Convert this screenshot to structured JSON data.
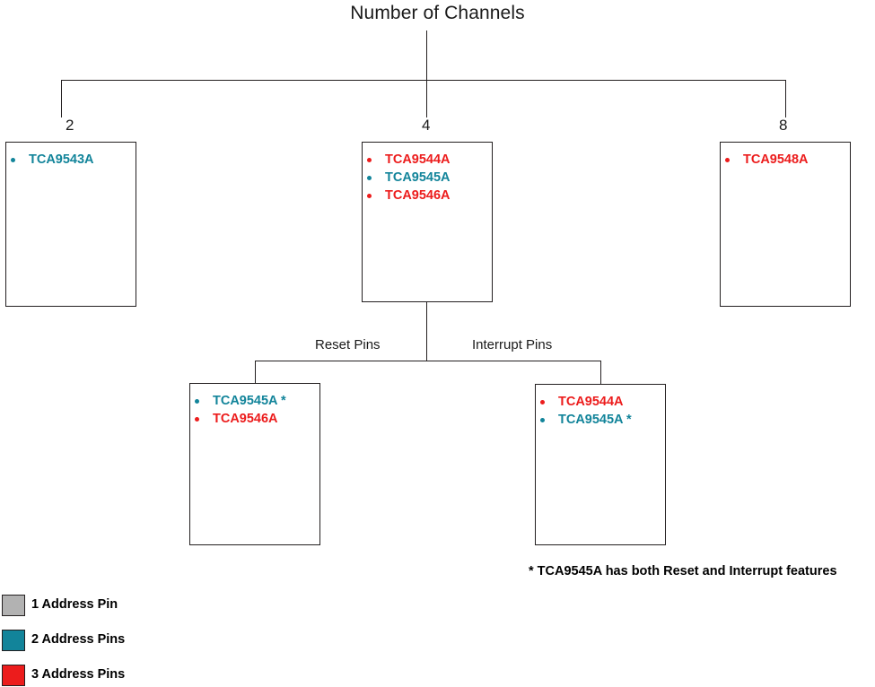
{
  "title": "Number of Channels",
  "colors": {
    "teal": "#12849a",
    "red": "#ec1c1c",
    "gray": "#b2b2b2",
    "line": "#231f20"
  },
  "branches": [
    {
      "label": "2"
    },
    {
      "label": "4"
    },
    {
      "label": "8"
    }
  ],
  "edge_labels": {
    "reset": "Reset Pins",
    "interrupt": "Interrupt Pins"
  },
  "boxes": {
    "two_channel": {
      "items": [
        {
          "name": "TCA9543A",
          "color": "teal",
          "star": ""
        }
      ]
    },
    "four_channel": {
      "items": [
        {
          "name": "TCA9544A",
          "color": "red",
          "star": ""
        },
        {
          "name": "TCA9545A",
          "color": "teal",
          "star": ""
        },
        {
          "name": "TCA9546A",
          "color": "red",
          "star": ""
        }
      ]
    },
    "eight_channel": {
      "items": [
        {
          "name": "TCA9548A",
          "color": "red",
          "star": ""
        }
      ]
    },
    "reset_pins": {
      "items": [
        {
          "name": "TCA9545A",
          "color": "teal",
          "star": " *"
        },
        {
          "name": "TCA9546A",
          "color": "red",
          "star": ""
        }
      ]
    },
    "interrupt_pins": {
      "items": [
        {
          "name": "TCA9544A",
          "color": "red",
          "star": ""
        },
        {
          "name": "TCA9545A",
          "color": "teal",
          "star": " *"
        }
      ]
    }
  },
  "footnote": "* TCA9545A has both Reset and Interrupt features",
  "legend": [
    {
      "label": "1 Address Pin",
      "color": "gray"
    },
    {
      "label": "2 Address Pins",
      "color": "teal"
    },
    {
      "label": "3 Address Pins",
      "color": "red"
    }
  ]
}
